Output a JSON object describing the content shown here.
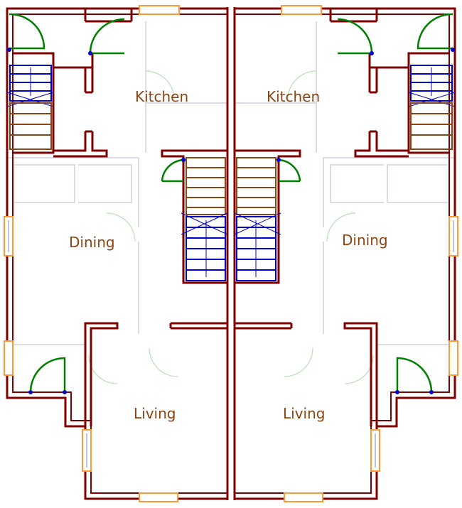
{
  "rooms": {
    "kitchen_left": "Kitchen",
    "kitchen_right": "Kitchen",
    "dining_left": "Dining",
    "dining_right": "Dining",
    "living_left": "Living",
    "living_right": "Living"
  },
  "colors": {
    "wall": "#800000",
    "label": "#8b4513",
    "stair_up": "#0000cc",
    "stair_down": "#8b4513",
    "door": "#008000",
    "window": "#ff9933",
    "furniture": "#c8c8d8"
  }
}
